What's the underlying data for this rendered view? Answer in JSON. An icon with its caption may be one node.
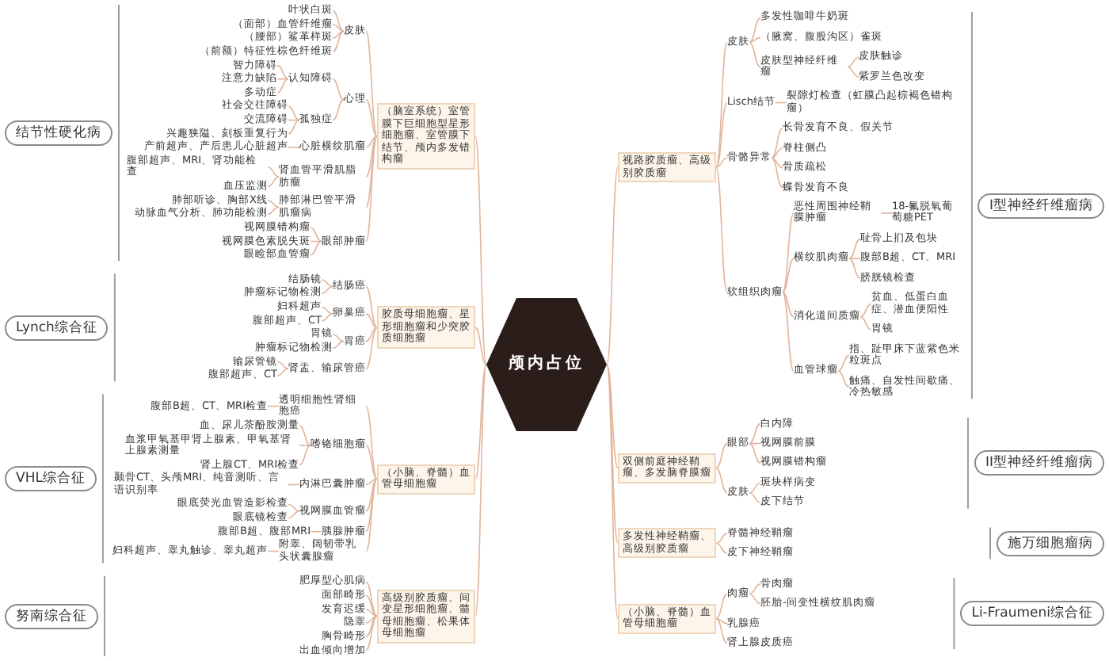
{
  "diagram": {
    "nodes": [
      {
        "text": [
          "颅内占位"
        ]
      },
      {
        "text": [
          "结节性硬化病"
        ]
      },
      {
        "text": [
          "（脑室系统）室管膜下巨细胞型星形细胞瘤、室管膜下结节、颅内多发错构瘤"
        ]
      },
      {
        "text": [
          "皮肤"
        ]
      },
      {
        "text": [
          "叶状白斑"
        ]
      },
      {
        "text": [
          "（面部）血管纤维瘤"
        ]
      },
      {
        "text": [
          "（腰部）鲨革样斑"
        ]
      },
      {
        "text": [
          "（前额）特征性棕色纤维斑"
        ]
      },
      {
        "text": [
          "心理"
        ]
      },
      {
        "text": [
          "认知障碍"
        ]
      },
      {
        "text": [
          "智力障碍"
        ]
      },
      {
        "text": [
          "注意力缺陷"
        ]
      },
      {
        "text": [
          "多动症"
        ]
      },
      {
        "text": [
          "孤独症"
        ]
      },
      {
        "text": [
          "社会交往障碍"
        ]
      },
      {
        "text": [
          "交流障碍"
        ]
      },
      {
        "text": [
          "兴趣狭隘、刻板重复行为"
        ]
      },
      {
        "text": [
          "心脏横纹肌瘤"
        ]
      },
      {
        "text": [
          "产前超声、产后患儿心脏超声"
        ]
      },
      {
        "text": [
          "肾血管平滑肌脂肪瘤"
        ]
      },
      {
        "text": [
          "腹部超声、MRI、肾功能检查"
        ]
      },
      {
        "text": [
          "血压监测"
        ]
      },
      {
        "text": [
          "肺部淋巴管平滑肌瘤病"
        ]
      },
      {
        "text": [
          "肺部听诊、胸部X线"
        ]
      },
      {
        "text": [
          "动脉血气分析、肺功能检测"
        ]
      },
      {
        "text": [
          "眼部肿瘤"
        ]
      },
      {
        "text": [
          "视网膜错构瘤"
        ]
      },
      {
        "text": [
          "视网膜色素脱失斑"
        ]
      },
      {
        "text": [
          "眼睑部血管瘤"
        ]
      },
      {
        "text": [
          "Lynch综合征"
        ]
      },
      {
        "text": [
          "胶质母细胞瘤、星形细胞瘤和少突胶质细胞瘤"
        ]
      },
      {
        "text": [
          "结肠癌"
        ]
      },
      {
        "text": [
          "结肠镜"
        ]
      },
      {
        "text": [
          "肿瘤标记物检测"
        ]
      },
      {
        "text": [
          "卵巢癌"
        ]
      },
      {
        "text": [
          "妇科超声"
        ]
      },
      {
        "text": [
          "腹部超声、CT"
        ]
      },
      {
        "text": [
          "胃癌"
        ]
      },
      {
        "text": [
          "胃镜"
        ]
      },
      {
        "text": [
          "肿瘤标记物检测"
        ]
      },
      {
        "text": [
          "肾盂、输尿管癌"
        ]
      },
      {
        "text": [
          "输尿管镜"
        ]
      },
      {
        "text": [
          "腹部超声、CT"
        ]
      },
      {
        "text": [
          "VHL综合征"
        ]
      },
      {
        "text": [
          "（小脑、脊髓）血管母细胞瘤"
        ]
      },
      {
        "text": [
          "透明细胞性肾细胞癌"
        ]
      },
      {
        "text": [
          "腹部B超、CT、MRI检查"
        ]
      },
      {
        "text": [
          "嗜铬细胞瘤"
        ]
      },
      {
        "text": [
          "血、尿儿茶酚胺测量"
        ]
      },
      {
        "text": [
          "血浆甲氧基甲肾上腺素、甲氧基肾上腺素测量"
        ]
      },
      {
        "text": [
          "肾上腺CT、MRI检查"
        ]
      },
      {
        "text": [
          "内淋巴囊肿瘤"
        ]
      },
      {
        "text": [
          "颞骨CT、头颅MRI、纯音测听、言语识别率"
        ]
      },
      {
        "text": [
          "视网膜血管瘤"
        ]
      },
      {
        "text": [
          "眼底荧光血管造影检查"
        ]
      },
      {
        "text": [
          "眼底镜检查"
        ]
      },
      {
        "text": [
          "胰腺肿瘤"
        ]
      },
      {
        "text": [
          "腹部B超、腹部MRI"
        ]
      },
      {
        "text": [
          "附睾、阔韧带乳头状囊腺瘤"
        ]
      },
      {
        "text": [
          "妇科超声、睾丸触诊、睾丸超声"
        ]
      },
      {
        "text": [
          "努南综合征"
        ]
      },
      {
        "text": [
          "高级别胶质瘤、间变星形细胞瘤、髓母细胞瘤、松果体母细胞瘤"
        ]
      },
      {
        "text": [
          "肥厚型心肌病"
        ]
      },
      {
        "text": [
          "面部畸形"
        ]
      },
      {
        "text": [
          "发育迟缓"
        ]
      },
      {
        "text": [
          "隐睾"
        ]
      },
      {
        "text": [
          "胸骨畸形"
        ]
      },
      {
        "text": [
          "出血倾向增加"
        ]
      },
      {
        "text": [
          "I型神经纤维瘤病"
        ]
      },
      {
        "text": [
          "视路胶质瘤、高级别胶质瘤"
        ]
      },
      {
        "text": [
          "皮肤"
        ]
      },
      {
        "text": [
          "多发性咖啡牛奶斑"
        ]
      },
      {
        "text": [
          "（腋窝、腹股沟区）雀斑"
        ]
      },
      {
        "text": [
          "皮肤型神经纤维瘤"
        ]
      },
      {
        "text": [
          "皮肤触诊"
        ]
      },
      {
        "text": [
          "紫罗兰色改变"
        ]
      },
      {
        "text": [
          "Lisch结节"
        ]
      },
      {
        "text": [
          "裂隙灯检查（虹膜凸起棕褐色错构瘤）"
        ]
      },
      {
        "text": [
          "骨骼异常"
        ]
      },
      {
        "text": [
          "长骨发育不良、假关节"
        ]
      },
      {
        "text": [
          "脊柱侧凸"
        ]
      },
      {
        "text": [
          "骨质疏松"
        ]
      },
      {
        "text": [
          "蝶骨发育不良"
        ]
      },
      {
        "text": [
          "软组织肉瘤"
        ]
      },
      {
        "text": [
          "恶性周围神经鞘膜肿瘤"
        ]
      },
      {
        "text": [
          "18-氟脱氧葡萄糖PET"
        ]
      },
      {
        "text": [
          "横纹肌肉瘤"
        ]
      },
      {
        "text": [
          "耻骨上扪及包块"
        ]
      },
      {
        "text": [
          "腹部B超、CT、MRI"
        ]
      },
      {
        "text": [
          "膀胱镜检查"
        ]
      },
      {
        "text": [
          "消化道间质瘤"
        ]
      },
      {
        "text": [
          "贫血、低蛋白血症、潜血便阳性"
        ]
      },
      {
        "text": [
          "胃镜"
        ]
      },
      {
        "text": [
          "血管球瘤"
        ]
      },
      {
        "text": [
          "指、趾甲床下蓝紫色米粒斑点"
        ]
      },
      {
        "text": [
          "触痛、自发性间歇痛、冷热敏感"
        ]
      },
      {
        "text": [
          "II型神经纤维瘤病"
        ]
      },
      {
        "text": [
          "双侧前庭神经鞘瘤、多发脑脊膜瘤"
        ]
      },
      {
        "text": [
          "眼部"
        ]
      },
      {
        "text": [
          "白内障"
        ]
      },
      {
        "text": [
          "视网膜前膜"
        ]
      },
      {
        "text": [
          "视网膜错构瘤"
        ]
      },
      {
        "text": [
          "皮肤"
        ]
      },
      {
        "text": [
          "斑块样病变"
        ]
      },
      {
        "text": [
          "皮下结节"
        ]
      },
      {
        "text": [
          "施万细胞瘤病"
        ]
      },
      {
        "text": [
          "多发性神经鞘瘤、高级别胶质瘤"
        ]
      },
      {
        "text": [
          "脊髓神经鞘瘤"
        ]
      },
      {
        "text": [
          "皮下神经鞘瘤"
        ]
      },
      {
        "text": [
          "Li-Fraumeni综合征"
        ]
      },
      {
        "text": [
          "（小脑、脊髓）血管母细胞瘤"
        ]
      },
      {
        "text": [
          "肉瘤"
        ]
      },
      {
        "text": [
          "骨肉瘤"
        ]
      },
      {
        "text": [
          "胚胎-间变性横纹肌肉瘤"
        ]
      },
      {
        "text": [
          "乳腺癌"
        ]
      },
      {
        "text": [
          "肾上腺皮质癌"
        ]
      }
    ],
    "edges": [
      {
        "from": 0,
        "to": 2,
        "arrow": "none"
      },
      {
        "from": 2,
        "to": 3,
        "arrow": "none"
      },
      {
        "from": 3,
        "to": 4,
        "arrow": "none"
      },
      {
        "from": 3,
        "to": 5,
        "arrow": "none"
      },
      {
        "from": 3,
        "to": 6,
        "arrow": "none"
      },
      {
        "from": 3,
        "to": 7,
        "arrow": "none"
      },
      {
        "from": 2,
        "to": 8,
        "arrow": "none"
      },
      {
        "from": 8,
        "to": 9,
        "arrow": "none"
      },
      {
        "from": 9,
        "to": 10,
        "arrow": "none"
      },
      {
        "from": 9,
        "to": 11,
        "arrow": "none"
      },
      {
        "from": 9,
        "to": 12,
        "arrow": "none"
      },
      {
        "from": 8,
        "to": 13,
        "arrow": "none"
      },
      {
        "from": 13,
        "to": 14,
        "arrow": "none"
      },
      {
        "from": 13,
        "to": 15,
        "arrow": "none"
      },
      {
        "from": 13,
        "to": 16,
        "arrow": "none"
      },
      {
        "from": 2,
        "to": 17,
        "arrow": "none"
      },
      {
        "from": 17,
        "to": 18,
        "arrow": "none"
      },
      {
        "from": 2,
        "to": 19,
        "arrow": "none"
      },
      {
        "from": 19,
        "to": 20,
        "arrow": "none"
      },
      {
        "from": 19,
        "to": 21,
        "arrow": "none"
      },
      {
        "from": 2,
        "to": 22,
        "arrow": "none"
      },
      {
        "from": 22,
        "to": 23,
        "arrow": "none"
      },
      {
        "from": 22,
        "to": 24,
        "arrow": "none"
      },
      {
        "from": 2,
        "to": 25,
        "arrow": "none"
      },
      {
        "from": 25,
        "to": 26,
        "arrow": "none"
      },
      {
        "from": 25,
        "to": 27,
        "arrow": "none"
      },
      {
        "from": 25,
        "to": 28,
        "arrow": "none"
      },
      {
        "from": 0,
        "to": 30,
        "arrow": "none"
      },
      {
        "from": 30,
        "to": 31,
        "arrow": "none"
      },
      {
        "from": 31,
        "to": 32,
        "arrow": "none"
      },
      {
        "from": 31,
        "to": 33,
        "arrow": "none"
      },
      {
        "from": 30,
        "to": 34,
        "arrow": "none"
      },
      {
        "from": 34,
        "to": 35,
        "arrow": "none"
      },
      {
        "from": 34,
        "to": 36,
        "arrow": "none"
      },
      {
        "from": 30,
        "to": 37,
        "arrow": "none"
      },
      {
        "from": 37,
        "to": 38,
        "arrow": "none"
      },
      {
        "from": 37,
        "to": 39,
        "arrow": "none"
      },
      {
        "from": 30,
        "to": 40,
        "arrow": "none"
      },
      {
        "from": 40,
        "to": 41,
        "arrow": "none"
      },
      {
        "from": 40,
        "to": 42,
        "arrow": "none"
      },
      {
        "from": 0,
        "to": 44,
        "arrow": "none"
      },
      {
        "from": 44,
        "to": 45,
        "arrow": "none"
      },
      {
        "from": 45,
        "to": 46,
        "arrow": "none"
      },
      {
        "from": 44,
        "to": 47,
        "arrow": "none"
      },
      {
        "from": 47,
        "to": 48,
        "arrow": "none"
      },
      {
        "from": 47,
        "to": 49,
        "arrow": "none"
      },
      {
        "from": 47,
        "to": 50,
        "arrow": "none"
      },
      {
        "from": 44,
        "to": 51,
        "arrow": "none"
      },
      {
        "from": 51,
        "to": 52,
        "arrow": "none"
      },
      {
        "from": 44,
        "to": 53,
        "arrow": "none"
      },
      {
        "from": 53,
        "to": 54,
        "arrow": "none"
      },
      {
        "from": 53,
        "to": 55,
        "arrow": "none"
      },
      {
        "from": 44,
        "to": 56,
        "arrow": "none"
      },
      {
        "from": 56,
        "to": 57,
        "arrow": "none"
      },
      {
        "from": 44,
        "to": 58,
        "arrow": "none"
      },
      {
        "from": 58,
        "to": 59,
        "arrow": "none"
      },
      {
        "from": 0,
        "to": 61,
        "arrow": "none"
      },
      {
        "from": 61,
        "to": 62,
        "arrow": "none"
      },
      {
        "from": 61,
        "to": 63,
        "arrow": "none"
      },
      {
        "from": 61,
        "to": 64,
        "arrow": "none"
      },
      {
        "from": 61,
        "to": 65,
        "arrow": "none"
      },
      {
        "from": 61,
        "to": 66,
        "arrow": "none"
      },
      {
        "from": 61,
        "to": 67,
        "arrow": "none"
      },
      {
        "from": 0,
        "to": 69,
        "arrow": "none"
      },
      {
        "from": 69,
        "to": 70,
        "arrow": "none"
      },
      {
        "from": 70,
        "to": 71,
        "arrow": "none"
      },
      {
        "from": 70,
        "to": 72,
        "arrow": "none"
      },
      {
        "from": 70,
        "to": 73,
        "arrow": "none"
      },
      {
        "from": 73,
        "to": 74,
        "arrow": "none"
      },
      {
        "from": 73,
        "to": 75,
        "arrow": "none"
      },
      {
        "from": 69,
        "to": 76,
        "arrow": "none"
      },
      {
        "from": 76,
        "to": 77,
        "arrow": "none"
      },
      {
        "from": 69,
        "to": 78,
        "arrow": "none"
      },
      {
        "from": 78,
        "to": 79,
        "arrow": "none"
      },
      {
        "from": 78,
        "to": 80,
        "arrow": "none"
      },
      {
        "from": 78,
        "to": 81,
        "arrow": "none"
      },
      {
        "from": 78,
        "to": 82,
        "arrow": "none"
      },
      {
        "from": 69,
        "to": 83,
        "arrow": "none"
      },
      {
        "from": 83,
        "to": 84,
        "arrow": "none"
      },
      {
        "from": 84,
        "to": 85,
        "arrow": "none"
      },
      {
        "from": 83,
        "to": 86,
        "arrow": "none"
      },
      {
        "from": 86,
        "to": 87,
        "arrow": "none"
      },
      {
        "from": 86,
        "to": 88,
        "arrow": "none"
      },
      {
        "from": 86,
        "to": 89,
        "arrow": "none"
      },
      {
        "from": 83,
        "to": 90,
        "arrow": "none"
      },
      {
        "from": 90,
        "to": 91,
        "arrow": "none"
      },
      {
        "from": 90,
        "to": 92,
        "arrow": "none"
      },
      {
        "from": 83,
        "to": 93,
        "arrow": "none"
      },
      {
        "from": 93,
        "to": 94,
        "arrow": "none"
      },
      {
        "from": 93,
        "to": 95,
        "arrow": "none"
      },
      {
        "from": 0,
        "to": 97,
        "arrow": "none"
      },
      {
        "from": 97,
        "to": 98,
        "arrow": "none"
      },
      {
        "from": 98,
        "to": 99,
        "arrow": "none"
      },
      {
        "from": 98,
        "to": 100,
        "arrow": "none"
      },
      {
        "from": 98,
        "to": 101,
        "arrow": "none"
      },
      {
        "from": 97,
        "to": 102,
        "arrow": "none"
      },
      {
        "from": 102,
        "to": 103,
        "arrow": "none"
      },
      {
        "from": 102,
        "to": 104,
        "arrow": "none"
      },
      {
        "from": 0,
        "to": 106,
        "arrow": "none"
      },
      {
        "from": 106,
        "to": 107,
        "arrow": "none"
      },
      {
        "from": 106,
        "to": 108,
        "arrow": "none"
      },
      {
        "from": 0,
        "to": 110,
        "arrow": "none"
      },
      {
        "from": 110,
        "to": 111,
        "arrow": "none"
      },
      {
        "from": 111,
        "to": 112,
        "arrow": "none"
      },
      {
        "from": 111,
        "to": 113,
        "arrow": "none"
      },
      {
        "from": 110,
        "to": 114,
        "arrow": "none"
      },
      {
        "from": 110,
        "to": 115,
        "arrow": "none"
      }
    ]
  }
}
